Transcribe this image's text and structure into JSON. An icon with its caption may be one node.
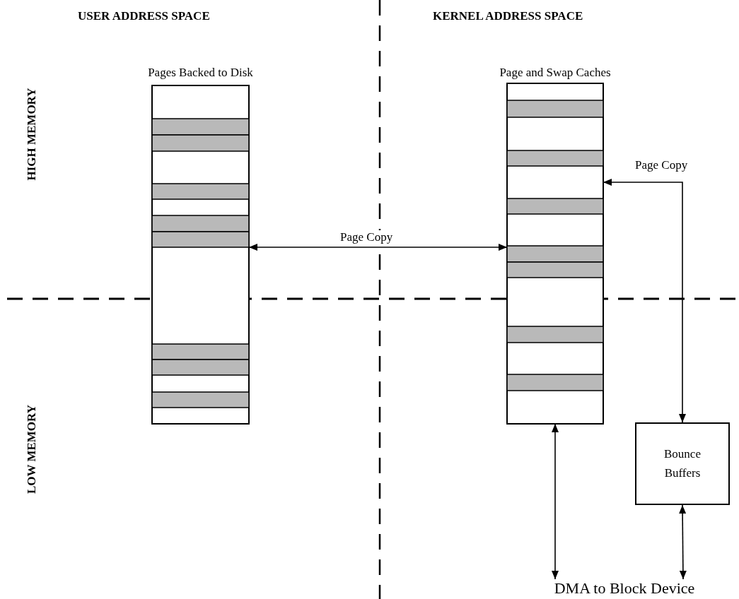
{
  "diagram": {
    "nodes": [
      {
        "text": [
          "Pages Backed to Disk"
        ]
      },
      {
        "text": [
          "Page and Swap Caches"
        ]
      },
      {
        "text": [
          "Bounce Buffers"
        ]
      },
      {
        "text": [
          "DMA to Block Device"
        ]
      }
    ],
    "edges": [
      {
        "from": 0,
        "to": 1,
        "arrow": "both",
        "label": "Page Copy"
      },
      {
        "from": 2,
        "to": 1,
        "arrow": "both",
        "label": "Page Copy"
      },
      {
        "from": 1,
        "to": 3,
        "arrow": "both"
      },
      {
        "from": 2,
        "to": 3,
        "arrow": "both"
      }
    ],
    "labels": [
      "USER ADDRESS SPACE",
      "KERNEL ADDRESS SPACE",
      "HIGH MEMORY",
      "LOW MEMORY"
    ]
  }
}
